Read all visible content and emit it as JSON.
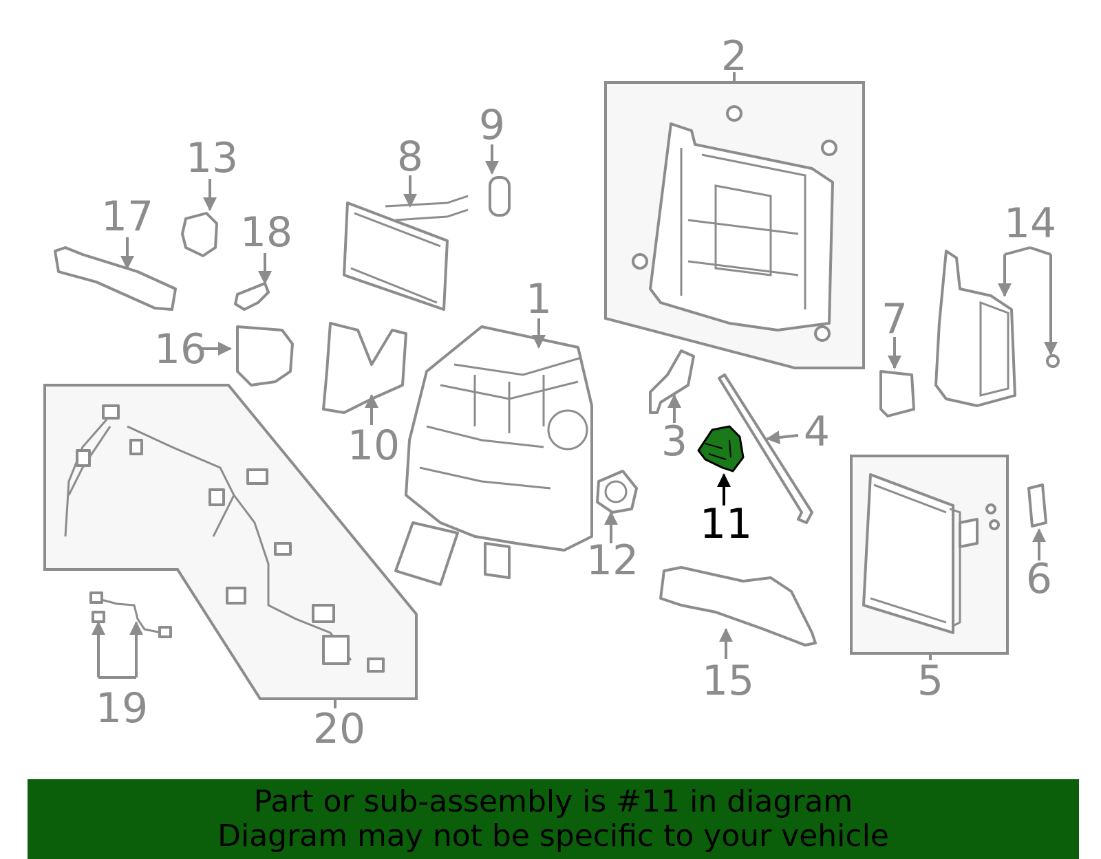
{
  "callouts": [
    {
      "id": "1",
      "label": "1"
    },
    {
      "id": "2",
      "label": "2"
    },
    {
      "id": "3",
      "label": "3"
    },
    {
      "id": "4",
      "label": "4"
    },
    {
      "id": "5",
      "label": "5"
    },
    {
      "id": "6",
      "label": "6"
    },
    {
      "id": "7",
      "label": "7"
    },
    {
      "id": "8",
      "label": "8"
    },
    {
      "id": "9",
      "label": "9"
    },
    {
      "id": "10",
      "label": "10"
    },
    {
      "id": "11",
      "label": "11"
    },
    {
      "id": "12",
      "label": "12"
    },
    {
      "id": "13",
      "label": "13"
    },
    {
      "id": "14",
      "label": "14"
    },
    {
      "id": "15",
      "label": "15"
    },
    {
      "id": "16",
      "label": "16"
    },
    {
      "id": "17",
      "label": "17"
    },
    {
      "id": "18",
      "label": "18"
    },
    {
      "id": "19",
      "label": "19"
    },
    {
      "id": "20",
      "label": "20"
    }
  ],
  "highlighted_part": "11",
  "colors": {
    "highlight": "#1a7a1a",
    "banner_background": "#0b5f0b",
    "line_art": "#8c8c8c"
  },
  "banner": {
    "line1": "Part or sub-assembly is #11 in diagram",
    "line2": "Diagram may not be specific to your vehicle"
  }
}
